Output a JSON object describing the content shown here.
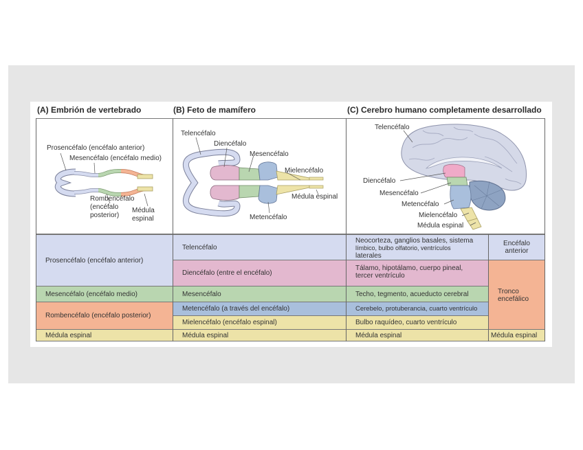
{
  "panels": {
    "a": {
      "title": "(A) Embrión de vertebrado",
      "labels": {
        "prosencefalo": "Prosencéfalo (encéfalo anterior)",
        "mesencefalo": "Mesencéfalo (encéfalo medio)",
        "rombencefalo_1": "Rombencéfalo",
        "rombencefalo_2": "(encéfalo",
        "rombencefalo_3": "posterior)",
        "medula_1": "Médula",
        "medula_2": "espinal"
      }
    },
    "b": {
      "title": "(B) Feto de mamífero",
      "labels": {
        "telencefalo": "Telencéfalo",
        "diencefalo": "Diencéfalo",
        "mesencefalo": "Mesencéfalo",
        "mielencefalo": "Mielencéfalo",
        "medula": "Médula espinal",
        "metencefalo": "Metencéfalo"
      }
    },
    "c": {
      "title": "(C) Cerebro humano completamente desarrollado",
      "labels": {
        "telencefalo": "Telencéfalo",
        "diencefalo": "Diencéfalo",
        "mesencefalo": "Mesencéfalo",
        "metencefalo": "Metencéfalo",
        "mielencefalo": "Mielencéfalo",
        "medula": "Médula espinal"
      }
    }
  },
  "table": {
    "col1": {
      "prosencefalo": "Prosencéfalo (encéfalo anterior)",
      "mesencefalo": "Mesencéfalo (encéfalo medio)",
      "rombencefalo": "Rombencéfalo (encéfalo posterior)",
      "medula": "Médula espinal"
    },
    "col2": {
      "telencefalo": "Telencéfalo",
      "diencefalo": "Diencéfalo (entre el encéfalo)",
      "mesencefalo": "Mesencéfalo",
      "metencefalo": "Metencéfalo (a través del encéfalo)",
      "mielencefalo": "Mielencéfalo (encéfalo espinal)",
      "medula": "Médula espinal"
    },
    "col3": {
      "telencefalo_1": "Neocorteza, ganglios basales, sistema",
      "telencefalo_2": "límbico, bulbo olfatorio, ventrículos",
      "telencefalo_3": "laterales",
      "diencefalo_1": "Tálamo, hipotálamo, cuerpo pineal,",
      "diencefalo_2": "tercer ventrículo",
      "mesencefalo": "Techo, tegmento, acueducto cerebral",
      "metencefalo": "Cerebelo, protuberancia, cuarto ventrículo",
      "mielencefalo": "Bulbo raquídeo, cuarto ventrículo",
      "medula": "Médula espinal"
    },
    "col4": {
      "encefalo_anterior_1": "Encéfalo",
      "encefalo_anterior_2": "anterior",
      "tronco_1": "Tronco",
      "tronco_2": "encefálico",
      "medula": "Médula espinal"
    }
  },
  "colors": {
    "telencefalo": "#d5dbf0",
    "diencefalo": "#e3b8cf",
    "mesencefalo": "#b9d6b0",
    "metencefalo": "#a9bfdc",
    "mielencefalo": "#ede3a8",
    "rombencefalo": "#f4b494"
  }
}
